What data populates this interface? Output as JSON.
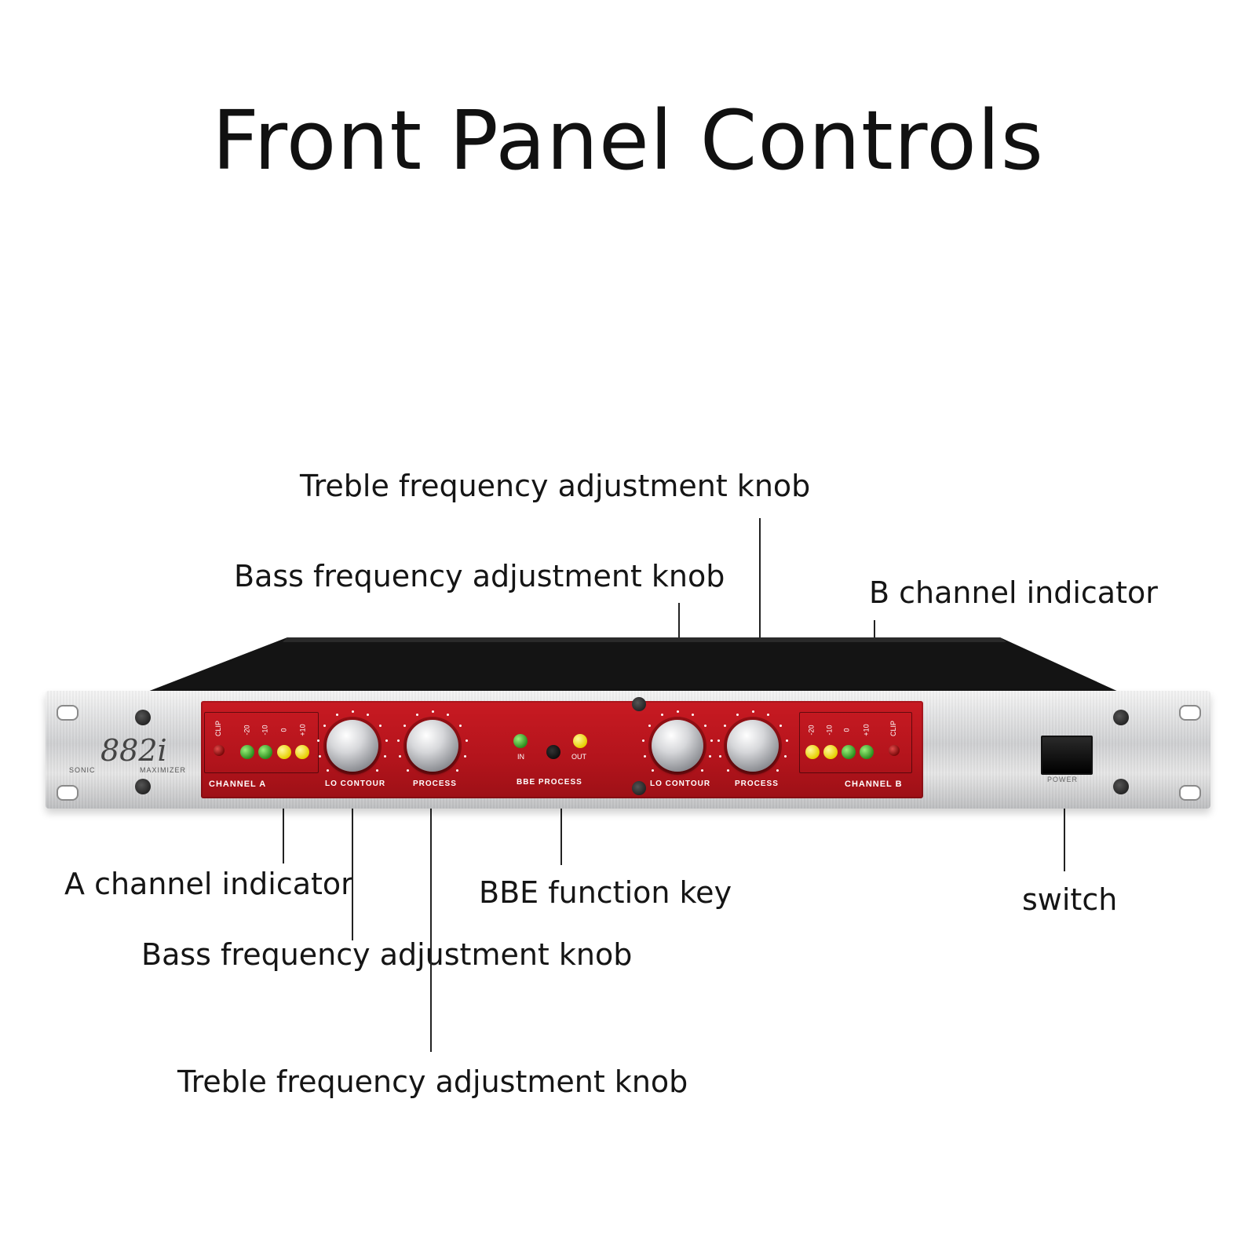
{
  "title": "Front Panel Controls",
  "callouts": {
    "treble_top": "Treble frequency adjustment knob",
    "bass_top": "Bass frequency adjustment knob",
    "b_channel": "B channel indicator",
    "a_channel": "A channel indicator",
    "bbe_key": "BBE function key",
    "switch": "switch",
    "bass_bottom": "Bass frequency adjustment knob",
    "treble_bottom": "Treble frequency adjustment knob"
  },
  "device": {
    "model": "882i",
    "brand_left": "SONIC",
    "brand_right": "MAXIMIZER",
    "channel_a_label": "CHANNEL A",
    "channel_b_label": "CHANNEL B",
    "clip_label": "CLIP",
    "meter_labels": [
      "+10",
      "0",
      "-10",
      "-20"
    ],
    "knob_labels": [
      "LO CONTOUR",
      "PROCESS",
      "LO CONTOUR",
      "PROCESS"
    ],
    "bbe_label": "BBE PROCESS",
    "bbe_in": "IN",
    "bbe_out": "OUT",
    "power_label": "POWER"
  },
  "colors": {
    "panel_red": "#c81a22",
    "led_green": "#2c8e1e",
    "led_yellow": "#e6cf00"
  }
}
